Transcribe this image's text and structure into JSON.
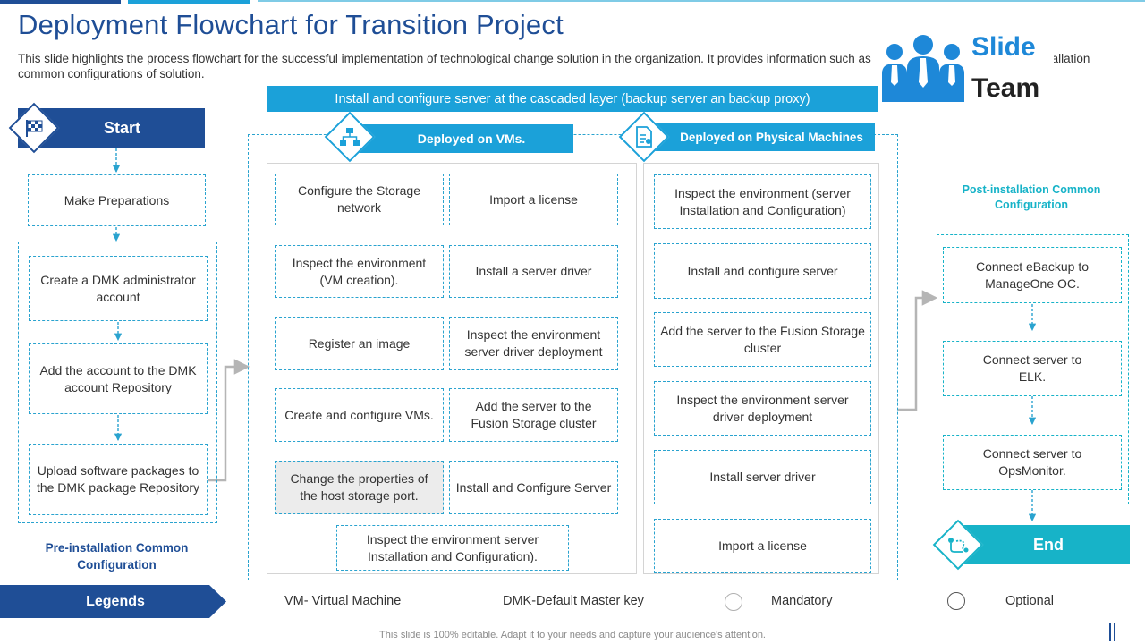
{
  "title": "Deployment Flowchart for Transition Project",
  "description": "This slide highlights the process flowchart for the successful implementation of technological change solution in the organization. It provides information such as high pre-installation and post-installation common  configurations of solution.",
  "logo": {
    "line1": "Slide",
    "line2": "Team",
    "icon": "team-people-icon"
  },
  "top_banner": "Install and configure server  at the cascaded layer (backup server an backup proxy)",
  "start_label": "Start",
  "end_label": "End",
  "pre_install": {
    "steps": [
      "Make Preparations",
      "Create a DMK administrator account",
      "Add the account to the DMK account Repository",
      "Upload software packages to the DMK package Repository"
    ],
    "caption": "Pre-installation Common Configuration"
  },
  "vms": {
    "header": "Deployed on VMs.",
    "left_col": [
      "Configure the Storage network",
      "Inspect the environment (VM creation).",
      "Register an image",
      "Create and configure VMs.",
      "Change the properties of the host storage port."
    ],
    "right_col": [
      "Import  a license",
      "Install a server driver",
      "Inspect the environment server driver deployment",
      "Add the server to the Fusion Storage cluster",
      "Install and Configure Server"
    ],
    "bottom": "Inspect the environment  server Installation and Configuration)."
  },
  "physical": {
    "header": "Deployed on Physical Machines",
    "steps": [
      "Inspect the environment  (server Installation  and Configuration)",
      "Install and configure server",
      "Add the server to the Fusion Storage cluster",
      "Inspect the environment  server driver deployment",
      "Install server driver",
      "Import  a license"
    ]
  },
  "post_install": {
    "caption": "Post-installation Common Configuration",
    "steps": [
      "Connect eBackup to ManageOne OC.",
      "Connect server to ELK.",
      "Connect server to OpsMonitor."
    ]
  },
  "legends": {
    "label": "Legends",
    "vm": "VM- Virtual Machine",
    "dmk": "DMK-Default Master key",
    "mandatory": "Mandatory",
    "optional": "Optional"
  },
  "footer": "This slide is 100% editable. Adapt it to your needs and capture your audience's attention.",
  "colors": {
    "dark_blue": "#1f4e96",
    "accent_blue": "#1ba1d9",
    "teal": "#17b3c8",
    "dashed": "#2aa3cf"
  }
}
